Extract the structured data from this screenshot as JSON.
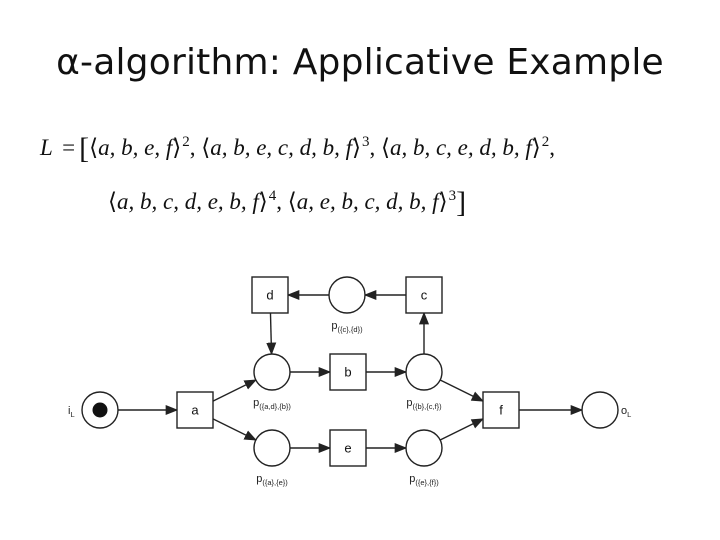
{
  "title": "α-algorithm: Applicative Example",
  "log": {
    "name": "L",
    "equals": "=",
    "traces": [
      {
        "activities": "a, b, e, f",
        "count": "2"
      },
      {
        "activities": "a, b, e, c, d, b, f",
        "count": "3"
      },
      {
        "activities": "a, b, c, e, d, b, f",
        "count": "2"
      },
      {
        "activities": "a, b, c, d, e, b, f",
        "count": "4"
      },
      {
        "activities": "a, e, b, c, d, b, f",
        "count": "3"
      }
    ]
  },
  "petri_net": {
    "transitions": [
      {
        "id": "a",
        "label": "a"
      },
      {
        "id": "b",
        "label": "b"
      },
      {
        "id": "c",
        "label": "c"
      },
      {
        "id": "d",
        "label": "d"
      },
      {
        "id": "e",
        "label": "e"
      },
      {
        "id": "f",
        "label": "f"
      }
    ],
    "places": [
      {
        "id": "iL",
        "label": "i",
        "sub": "L",
        "marked": true
      },
      {
        "id": "p_cd",
        "label": "p",
        "sub": "({c},{d})",
        "marked": false
      },
      {
        "id": "p_ad_b",
        "label": "p",
        "sub": "({a,d},{b})",
        "marked": false
      },
      {
        "id": "p_b_cf",
        "label": "p",
        "sub": "({b},{c,f})",
        "marked": false
      },
      {
        "id": "p_a_e",
        "label": "p",
        "sub": "({a},{e})",
        "marked": false
      },
      {
        "id": "p_e_f",
        "label": "p",
        "sub": "({e},{f})",
        "marked": false
      },
      {
        "id": "oL",
        "label": "o",
        "sub": "L",
        "marked": false
      }
    ],
    "arcs": [
      [
        "iL",
        "a"
      ],
      [
        "a",
        "p_ad_b"
      ],
      [
        "a",
        "p_a_e"
      ],
      [
        "p_ad_b",
        "b"
      ],
      [
        "b",
        "p_b_cf"
      ],
      [
        "p_b_cf",
        "c"
      ],
      [
        "p_b_cf",
        "f"
      ],
      [
        "c",
        "p_cd"
      ],
      [
        "p_cd",
        "d"
      ],
      [
        "d",
        "p_ad_b"
      ],
      [
        "p_a_e",
        "e"
      ],
      [
        "e",
        "p_e_f"
      ],
      [
        "p_e_f",
        "f"
      ],
      [
        "f",
        "oL"
      ]
    ]
  }
}
